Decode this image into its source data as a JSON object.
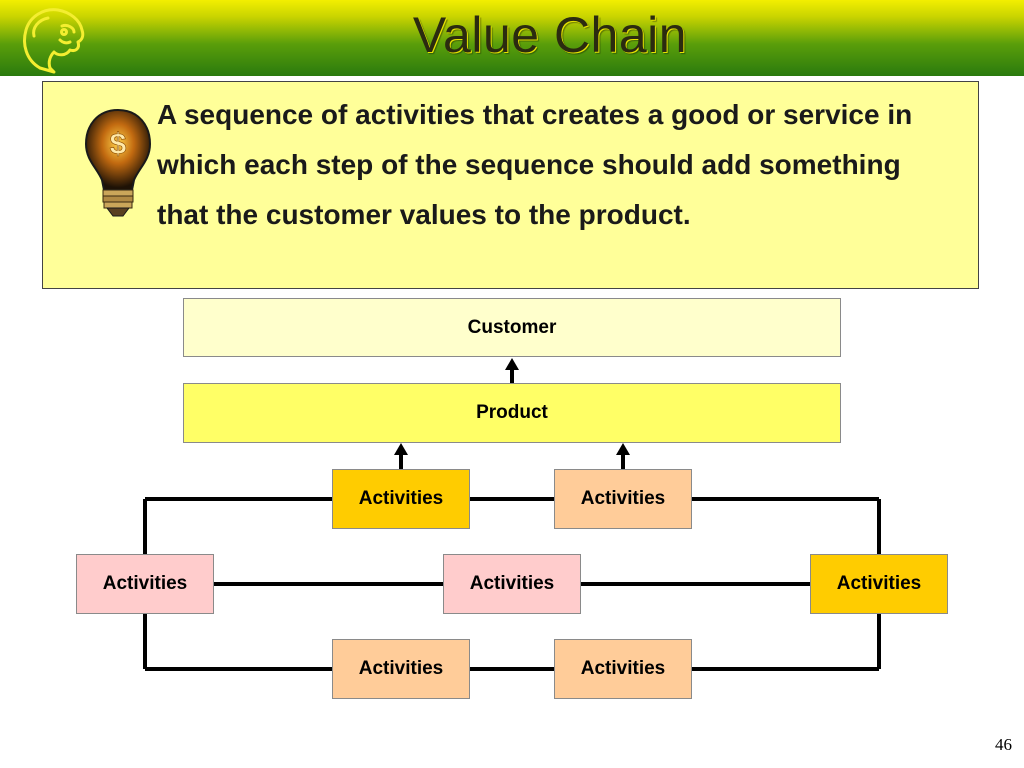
{
  "slide": {
    "title": "Value Chain",
    "definition": "A sequence of activities that creates a good or service in which each step of the sequence should add something that the customer values to the product.",
    "page_number": "46"
  },
  "icons": {
    "logo": "lion-head-logo-icon",
    "idea": "dollar-lightbulb-icon"
  },
  "diagram": {
    "customer": "Customer",
    "product": "Product",
    "activity_label": "Activities",
    "colors": {
      "customer": "#ffffcc",
      "product": "#ffff66",
      "gold": "#ffcc00",
      "peach": "#ffcc99",
      "pink": "#ffcccc",
      "definition_box": "#ffff99"
    }
  }
}
